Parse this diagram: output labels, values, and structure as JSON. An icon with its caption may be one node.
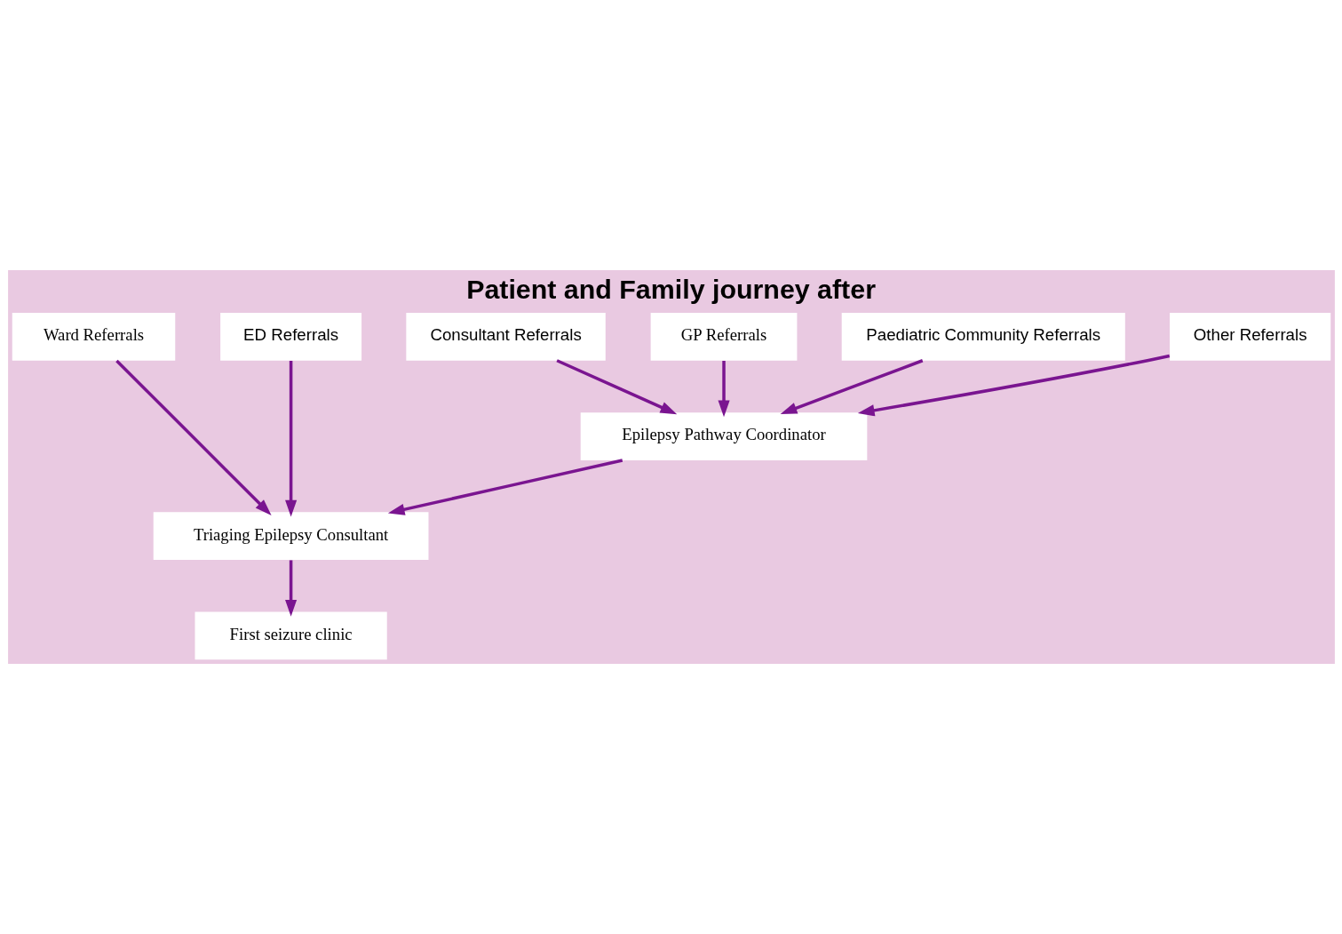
{
  "diagram": {
    "title": "Patient and Family journey after",
    "nodes": [
      {
        "text": [
          "Ward Referrals"
        ]
      },
      {
        "text": [
          "ED Referrals"
        ]
      },
      {
        "text": [
          "Consultant Referrals"
        ]
      },
      {
        "text": [
          "GP Referrals"
        ]
      },
      {
        "text": [
          "Paediatric Community Referrals"
        ]
      },
      {
        "text": [
          "Other Referrals"
        ]
      },
      {
        "text": [
          "Epilepsy Pathway Coordinator"
        ]
      },
      {
        "text": [
          "Triaging Epilepsy Consultant"
        ]
      },
      {
        "text": [
          "First seizure clinic"
        ]
      }
    ],
    "edges": [
      {
        "from": 0,
        "to": 7,
        "arrow": "to"
      },
      {
        "from": 1,
        "to": 7,
        "arrow": "to"
      },
      {
        "from": 4,
        "to": 6,
        "arrow": "to"
      },
      {
        "from": 2,
        "to": 6,
        "arrow": "to"
      },
      {
        "from": 5,
        "to": 6,
        "arrow": "to"
      },
      {
        "from": 3,
        "to": 6,
        "arrow": "to"
      },
      {
        "from": 6,
        "to": 7,
        "arrow": "to"
      },
      {
        "from": 7,
        "to": 8,
        "arrow": "to"
      }
    ]
  }
}
